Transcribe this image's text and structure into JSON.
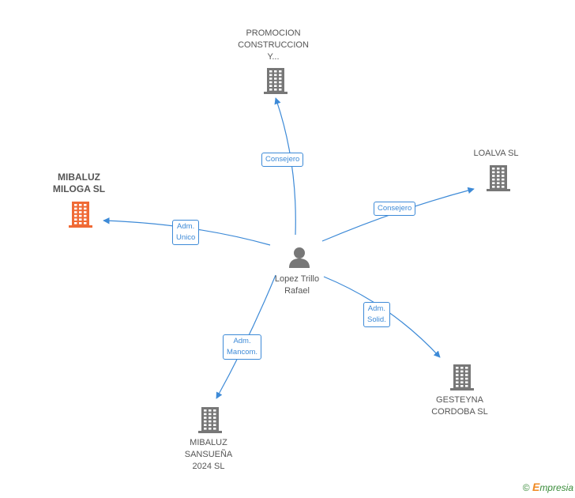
{
  "center": {
    "name_lines": [
      "Lopez Trillo",
      "Rafael"
    ]
  },
  "companies": [
    {
      "id": "promocion",
      "name_lines": [
        "PROMOCION",
        "CONSTRUCCION",
        "Y..."
      ],
      "color": "#777777",
      "highlight": false
    },
    {
      "id": "loalva",
      "name_lines": [
        "LOALVA SL"
      ],
      "color": "#777777",
      "highlight": false
    },
    {
      "id": "mibaluz-miloga",
      "name_lines": [
        "MIBALUZ",
        "MILOGA SL"
      ],
      "color": "#f06a35",
      "highlight": true
    },
    {
      "id": "gesteyna",
      "name_lines": [
        "GESTEYNA",
        "CORDOBA SL"
      ],
      "color": "#777777",
      "highlight": false
    },
    {
      "id": "mibaluz-sansuena",
      "name_lines": [
        "MIBALUZ",
        "SANSUEÑA",
        "2024 SL"
      ],
      "color": "#777777",
      "highlight": false
    }
  ],
  "edges": [
    {
      "target": "promocion",
      "label_lines": [
        "Consejero"
      ]
    },
    {
      "target": "loalva",
      "label_lines": [
        "Consejero"
      ]
    },
    {
      "target": "mibaluz-miloga",
      "label_lines": [
        "Adm.",
        "Unico"
      ]
    },
    {
      "target": "gesteyna",
      "label_lines": [
        "Adm.",
        "Solid."
      ]
    },
    {
      "target": "mibaluz-sansuena",
      "label_lines": [
        "Adm.",
        "Mancom."
      ]
    }
  ],
  "colors": {
    "edge": "#3d8ad7",
    "person": "#777777"
  },
  "footer": {
    "copyright": "©",
    "brand_first": "E",
    "brand_rest": "mpresia"
  }
}
